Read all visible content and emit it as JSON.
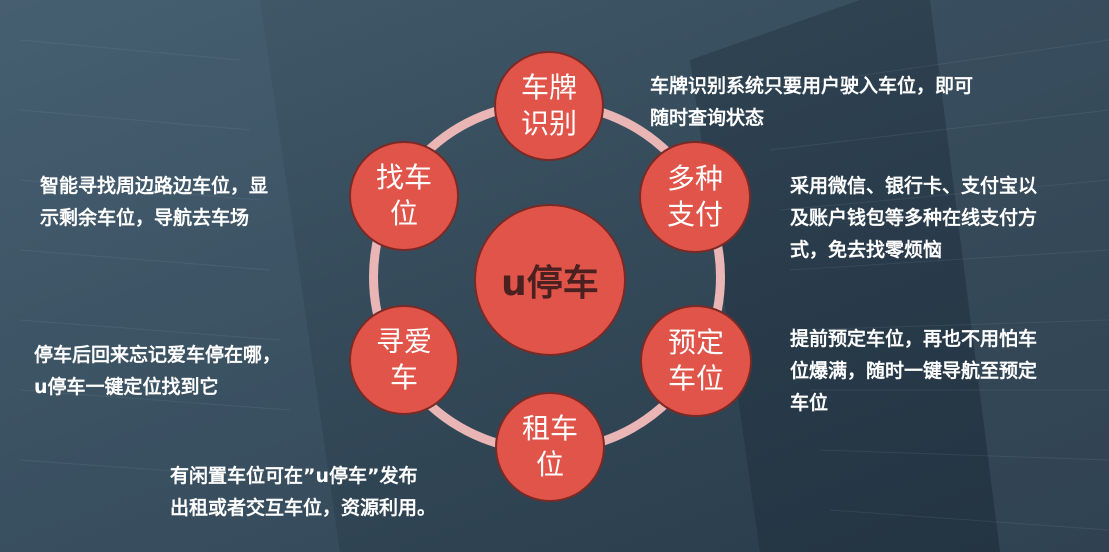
{
  "center": {
    "label": "u停车"
  },
  "nodes": {
    "plate": "车牌识别",
    "payment": "多种支付",
    "reserve": "预定车位",
    "rent": "租车位",
    "findcar": "寻爱车",
    "findspot": "找车位"
  },
  "descriptions": {
    "plate": [
      "车牌识别系统只要用户驶入车位，即可",
      "随时查询状态"
    ],
    "payment": [
      "采用微信、银行卡、支付宝以",
      "及账户钱包等多种在线支付方",
      "式，免去找零烦恼"
    ],
    "reserve": [
      "提前预定车位，再也不用怕车",
      "位爆满，随时一键导航至预定",
      "车位"
    ],
    "rent": [
      "有闲置车位可在”u停车”发布",
      "出租或者交互车位，资源利用。"
    ],
    "findcar": [
      "停车后回来忘记爱车停在哪，",
      "u停车一键定位找到它"
    ],
    "findspot": [
      "智能寻找周边路边车位，显",
      "示剩余车位，导航去车场"
    ]
  }
}
